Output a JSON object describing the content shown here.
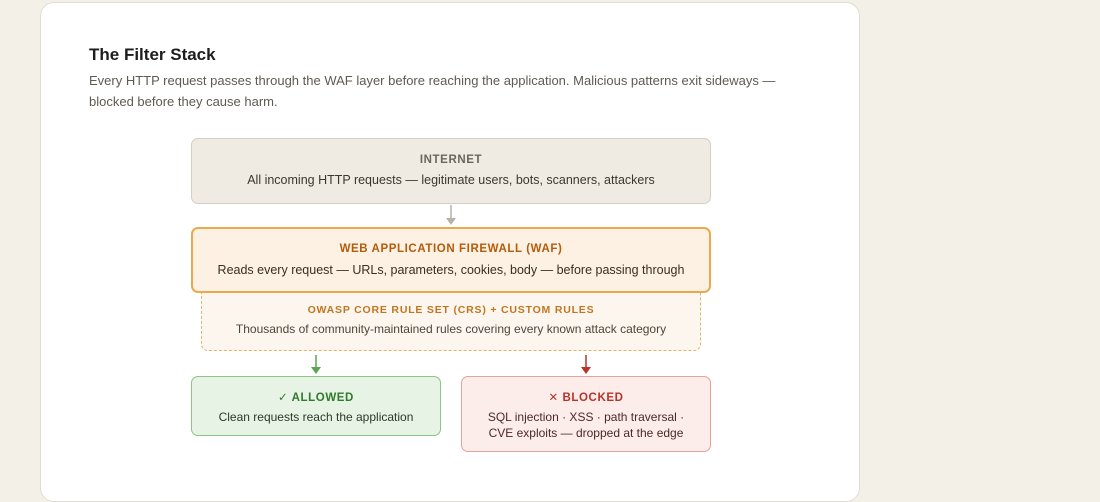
{
  "section": {
    "title": "The Filter Stack",
    "description": "Every HTTP request passes through the WAF layer before reaching the application. Malicious patterns exit sideways — blocked before they cause harm."
  },
  "diagram": {
    "internet": {
      "heading": "INTERNET",
      "text": "All incoming HTTP requests — legitimate users, bots, scanners, attackers"
    },
    "waf": {
      "heading": "WEB APPLICATION FIREWALL (WAF)",
      "text": "Reads every request — URLs, parameters, cookies, body — before passing through"
    },
    "rules": {
      "heading": "OWASP CORE RULE SET (CRS) + CUSTOM RULES",
      "text": "Thousands of community-maintained rules covering every known attack category"
    },
    "allowed": {
      "heading": "✓ ALLOWED",
      "text": "Clean requests reach the application"
    },
    "blocked": {
      "heading": "✕ BLOCKED",
      "text": "SQL injection · XSS · path traversal · CVE exploits — dropped at the edge"
    },
    "colors": {
      "neutral_arrow": "#b8b2a6",
      "allowed_arrow": "#5aa552",
      "blocked_arrow": "#b7332a"
    }
  }
}
